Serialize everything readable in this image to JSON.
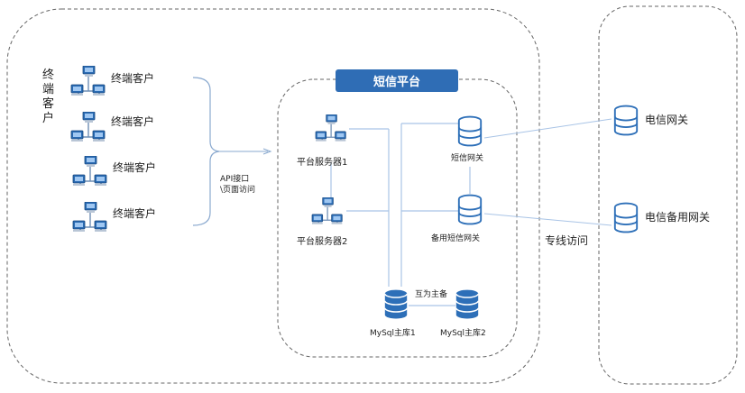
{
  "colors": {
    "accent": "#2f6db5",
    "db_blue": "#2d6fb8",
    "line": "#a9c4e6",
    "dash": "#666666"
  },
  "left_group": {
    "title": "终端客户",
    "clients": [
      "终端客户",
      "终端客户",
      "终端客户",
      "终端客户"
    ]
  },
  "connector": {
    "line1": "API接口",
    "line2": "\\页面访问"
  },
  "platform": {
    "title": "短信平台",
    "server1": "平台服务器1",
    "server2": "平台服务器2",
    "sms_gateway": "短信网关",
    "backup_gateway": "备用短信网关",
    "mysql1": "MySql主库1",
    "mysql2": "MySql主库2",
    "replication": "互为主备"
  },
  "dedicated_line": "专线访问",
  "telecom": {
    "gateway": "电信网关",
    "backup_gateway": "电信备用网关"
  },
  "icons": [
    "computer-network-icon",
    "database-icon"
  ]
}
